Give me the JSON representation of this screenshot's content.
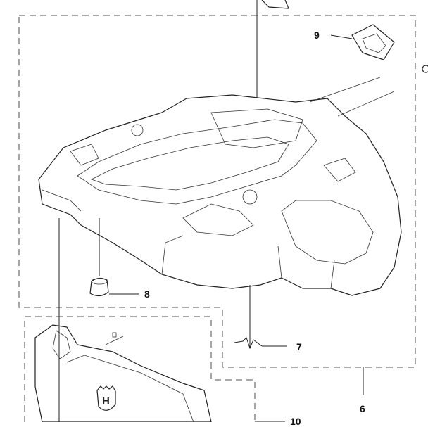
{
  "diagram": {
    "callouts": [
      {
        "id": "callout-9",
        "label": "9"
      },
      {
        "id": "callout-8",
        "label": "8"
      },
      {
        "id": "callout-7",
        "label": "7"
      },
      {
        "id": "callout-6",
        "label": "6"
      },
      {
        "id": "callout-10",
        "label": "10"
      }
    ],
    "logo_text": "H"
  }
}
